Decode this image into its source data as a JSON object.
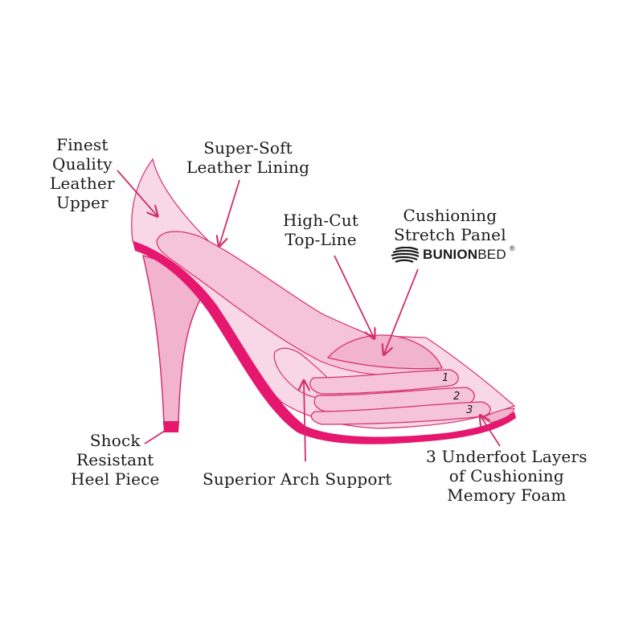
{
  "colors": {
    "background": "#ffffff",
    "shoe_light": "#f8d6e6",
    "shoe_mid": "#f2b3cf",
    "shoe_outline": "#d4306f",
    "sole_accent": "#e5176f",
    "arrow": "#d12c6d",
    "text": "#1a1a1a"
  },
  "labels": {
    "upper": {
      "lines": [
        "Finest",
        "Quality",
        "Leather",
        "Upper"
      ]
    },
    "lining": {
      "lines": [
        "Super-Soft",
        "Leather Lining"
      ]
    },
    "topline": {
      "lines": [
        "High-Cut",
        "Top-Line"
      ]
    },
    "panel": {
      "lines": [
        "Cushioning",
        "Stretch Panel"
      ]
    },
    "heel": {
      "lines": [
        "Shock",
        "Resistant",
        "Heel Piece"
      ]
    },
    "arch": {
      "lines": [
        "Superior Arch Support"
      ]
    },
    "foam": {
      "lines": [
        "3 Underfoot Layers",
        "of Cushioning",
        "Memory Foam"
      ]
    }
  },
  "brand": {
    "name_bold": "BUNION",
    "name_regular": "BED",
    "registered": "®",
    "icon": "striped-swoosh-logo-icon"
  },
  "layer_numbers": [
    "1",
    "2",
    "3"
  ]
}
